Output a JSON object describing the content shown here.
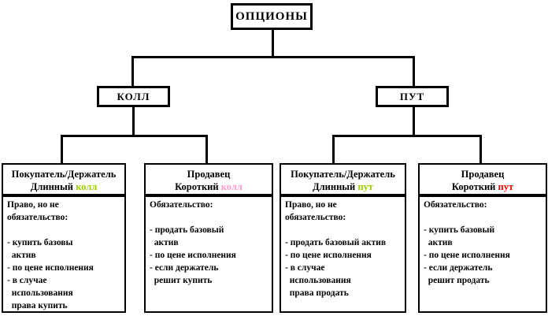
{
  "diagram": {
    "root": {
      "label": "ОПЦИОНЫ"
    },
    "branches": [
      {
        "label": "КОЛЛ"
      },
      {
        "label": "ПУТ"
      }
    ],
    "leaves": [
      {
        "title": "Покупатель/Держатель",
        "subtitle_prefix": "Длинный ",
        "subtitle_term": "колл",
        "term_color": "#99cc00",
        "body": "Право, но не\nобязательство:\n\n- купить базовы\n  актив\n- по цене исполнения\n- в случае\n  использования\n  права купить"
      },
      {
        "title": "Продавец",
        "subtitle_prefix": "Короткий ",
        "subtitle_term": "колл",
        "term_color": "#ff99cc",
        "body": "Обязательство:\n\n- продать базовый\n  актив\n- по цене исполнения\n- если держатель\n  решит купить"
      },
      {
        "title": "Покупатель/Держатель",
        "subtitle_prefix": "Длинный ",
        "subtitle_term": "пут",
        "term_color": "#99cc00",
        "body": "Право, но не\nобязательство:\n\n- продать базовый актив\n- по цене исполнения\n- в случае\n  использования\n  права продать"
      },
      {
        "title": "Продавец",
        "subtitle_prefix": "Короткий ",
        "subtitle_term": "пут",
        "term_color": "#ff0000",
        "body": "Обязательство:\n\n- купить базовый\n  актив\n- по цене исполнения\n- если держатель\n  решит продать"
      }
    ]
  },
  "colors": {
    "line": "#000000",
    "background": "#ffffff",
    "long_term": "#99cc00",
    "short_call_term": "#ff99cc",
    "short_put_term": "#ff0000"
  }
}
